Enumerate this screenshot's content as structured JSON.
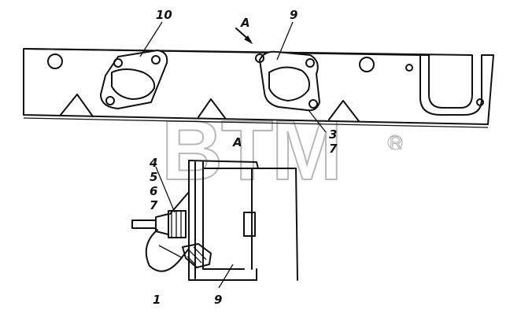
{
  "watermark": {
    "text": "BTM",
    "registered": "®"
  },
  "view_label_top": "A",
  "view_label_section": "A",
  "callouts": {
    "top_left_lamp": "10",
    "top_right_lamp": "9",
    "item_3": "3",
    "item_7_top": "7",
    "item_4": "4",
    "item_5": "5",
    "item_6": "6",
    "item_7_left": "7",
    "item_1": "1",
    "item_9_bottom": "9"
  }
}
